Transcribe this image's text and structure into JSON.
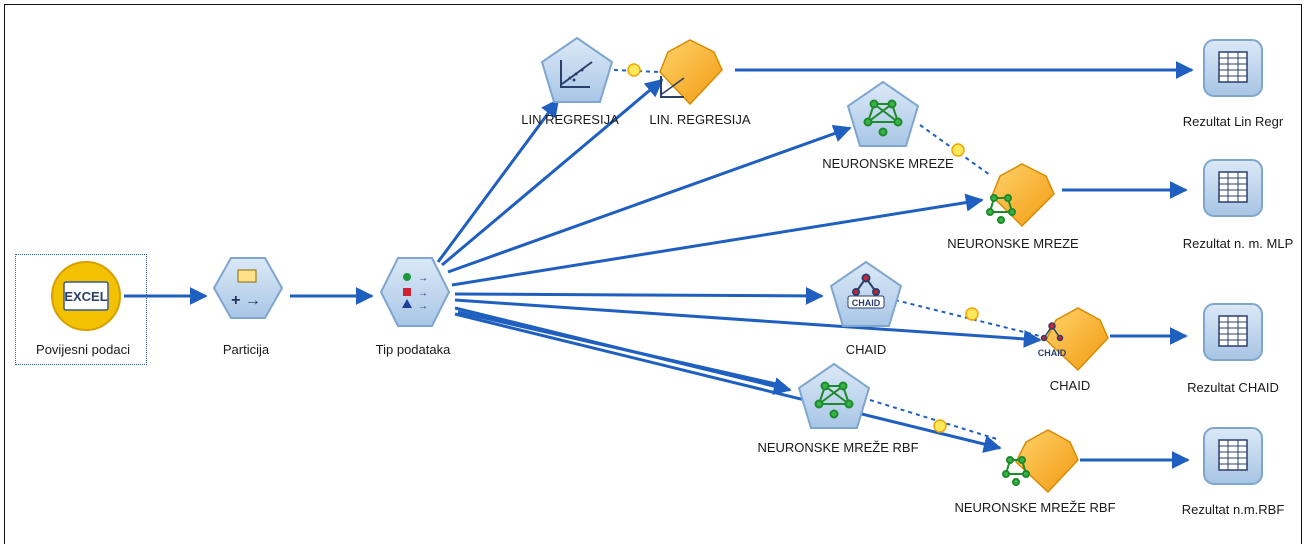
{
  "canvas": {
    "nodes": {
      "source": "Povijesni podaci",
      "partition": "Particija",
      "type": "Tip podataka",
      "linreg_model": "LIN REGRESIJA",
      "linreg_nugget": "LIN. REGRESIJA",
      "nn_model": "NEURONSKE MREZE",
      "nn_nugget": "NEURONSKE MREZE",
      "chaid_model": "CHAID",
      "chaid_nugget": "CHAID",
      "rbf_model": "NEURONSKE MREŽE RBF",
      "rbf_nugget": "NEURONSKE MREŽE RBF",
      "table_lin": "Rezultat Lin Regr",
      "table_mlp": "Rezultat n. m. MLP",
      "table_chaid": "Rezultat CHAID",
      "table_rbf": "Rezultat n.m.RBF"
    },
    "icon_text": {
      "excel": "EXCEL",
      "chaid": "CHAID"
    }
  },
  "colors": {
    "link": "#1f5fbf",
    "node_fill": "#bdd6ee",
    "node_stroke": "#7fa6cf",
    "nugget": "#f5a623",
    "excel": "#f2c200"
  }
}
